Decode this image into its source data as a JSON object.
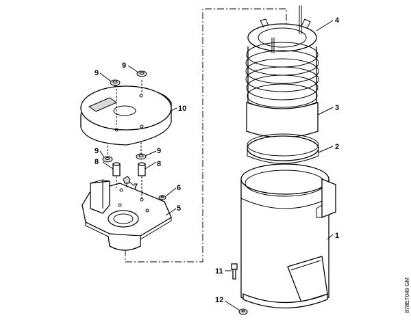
{
  "drawing_code": "878ET049 GM",
  "callouts": [
    {
      "id": "c1",
      "text": "1"
    },
    {
      "id": "c2",
      "text": "2"
    },
    {
      "id": "c3",
      "text": "3"
    },
    {
      "id": "c4",
      "text": "4"
    },
    {
      "id": "c5",
      "text": "5"
    },
    {
      "id": "c6",
      "text": "6"
    },
    {
      "id": "c7",
      "text": "7"
    },
    {
      "id": "c8a",
      "text": "8"
    },
    {
      "id": "c8b",
      "text": "8"
    },
    {
      "id": "c9a",
      "text": "9"
    },
    {
      "id": "c9b",
      "text": "9"
    },
    {
      "id": "c9c",
      "text": "9"
    },
    {
      "id": "c9d",
      "text": "9"
    },
    {
      "id": "c10",
      "text": "10"
    },
    {
      "id": "c11",
      "text": "11"
    },
    {
      "id": "c12",
      "text": "12"
    }
  ]
}
